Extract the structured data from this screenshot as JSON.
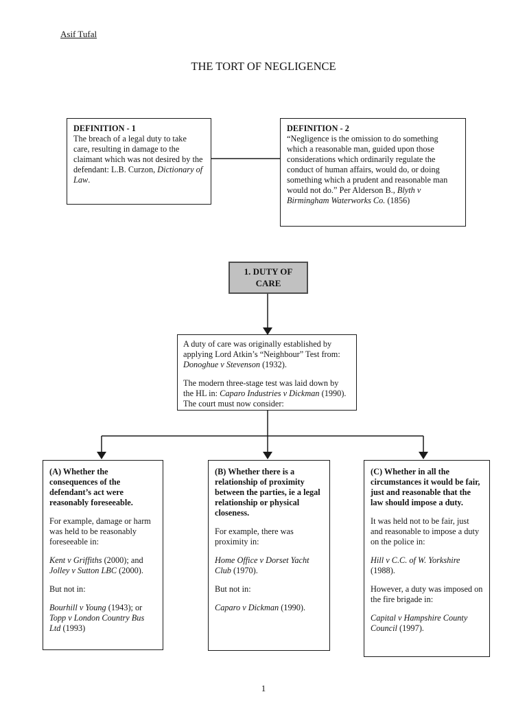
{
  "page": {
    "author": "Asif Tufal",
    "title": "THE TORT OF NEGLIGENCE",
    "page_number": "1"
  },
  "colors": {
    "duty_node_fill": "#c1c1c1",
    "border": "#1a1a1a"
  },
  "definitions": {
    "def1": {
      "heading": "DEFINITION - 1",
      "paragraphs": [
        [
          {
            "t": "The breach of a legal duty to take care, resulting in damage to the claimant which was not desired by the defendant: L.B. Curzon, "
          },
          {
            "t": "Dictionary of Law",
            "i": true
          },
          {
            "t": "."
          }
        ]
      ]
    },
    "def2": {
      "heading": "DEFINITION - 2",
      "paragraphs": [
        [
          {
            "t": "“Negligence is the omission to do something which a reasonable man, guided upon those considerations which ordinarily regulate the conduct of human affairs, would do, or doing something which a prudent and reasonable man would not do.” Per Alderson B., "
          },
          {
            "t": "Blyth v Birmingham Waterworks Co.",
            "i": true
          },
          {
            "t": " (1856)"
          }
        ]
      ]
    }
  },
  "flowchart": {
    "duty_node": {
      "label": "1. DUTY OF CARE"
    },
    "duty_detail": {
      "paragraphs": [
        [
          {
            "t": "A duty of care was originally established by applying Lord Atkin’s “Neighbour” Test from: "
          },
          {
            "t": "Donoghue v Stevenson",
            "i": true
          },
          {
            "t": " (1932)."
          }
        ],
        [
          {
            "t": "The modern three-stage test was laid down by the HL in: "
          },
          {
            "t": "Caparo Industries v Dickman",
            "i": true
          },
          {
            "t": " (1990).  The court must now consider:"
          }
        ]
      ]
    },
    "branch_a": {
      "paragraphs": [
        [
          {
            "t": "(A) Whether the consequences of the defendant’s act were reasonably foreseeable.",
            "b": true
          }
        ],
        [
          {
            "t": "For example, damage or harm was held to be reasonably foreseeable in:"
          }
        ],
        [
          {
            "t": "Kent v Griffiths",
            "i": true
          },
          {
            "t": " (2000); and "
          },
          {
            "t": "Jolley v Sutton LBC",
            "i": true
          },
          {
            "t": " (2000)."
          }
        ],
        [
          {
            "t": "But not in:"
          }
        ],
        [
          {
            "t": "Bourhill v Young",
            "i": true
          },
          {
            "t": " (1943); or "
          },
          {
            "t": "Topp v London Country Bus Ltd",
            "i": true
          },
          {
            "t": " (1993)"
          }
        ]
      ]
    },
    "branch_b": {
      "paragraphs": [
        [
          {
            "t": "(B) Whether there is a relationship of proximity between the parties, ie a legal relationship or physical closeness.",
            "b": true
          }
        ],
        [
          {
            "t": "For example, there was proximity in:"
          }
        ],
        [
          {
            "t": "Home Office v Dorset Yacht Club",
            "i": true
          },
          {
            "t": " (1970)."
          }
        ],
        [
          {
            "t": "But not in:"
          }
        ],
        [
          {
            "t": "Caparo v Dickman",
            "i": true
          },
          {
            "t": " (1990)."
          }
        ]
      ]
    },
    "branch_c": {
      "paragraphs": [
        [
          {
            "t": "(C) Whether in all the circumstances it would be fair, just and reasonable that the law should impose a duty.",
            "b": true
          }
        ],
        [
          {
            "t": "It was held not to be fair, just and reasonable to impose a duty on the police in:"
          }
        ],
        [
          {
            "t": "Hill v C.C. of W. Yorkshire",
            "i": true
          },
          {
            "t": " (1988)."
          }
        ],
        [
          {
            "t": "However, a duty was imposed on the fire brigade in:"
          }
        ],
        [
          {
            "t": "Capital v Hampshire County Council",
            "i": true
          },
          {
            "t": " (1997)."
          }
        ]
      ]
    }
  }
}
